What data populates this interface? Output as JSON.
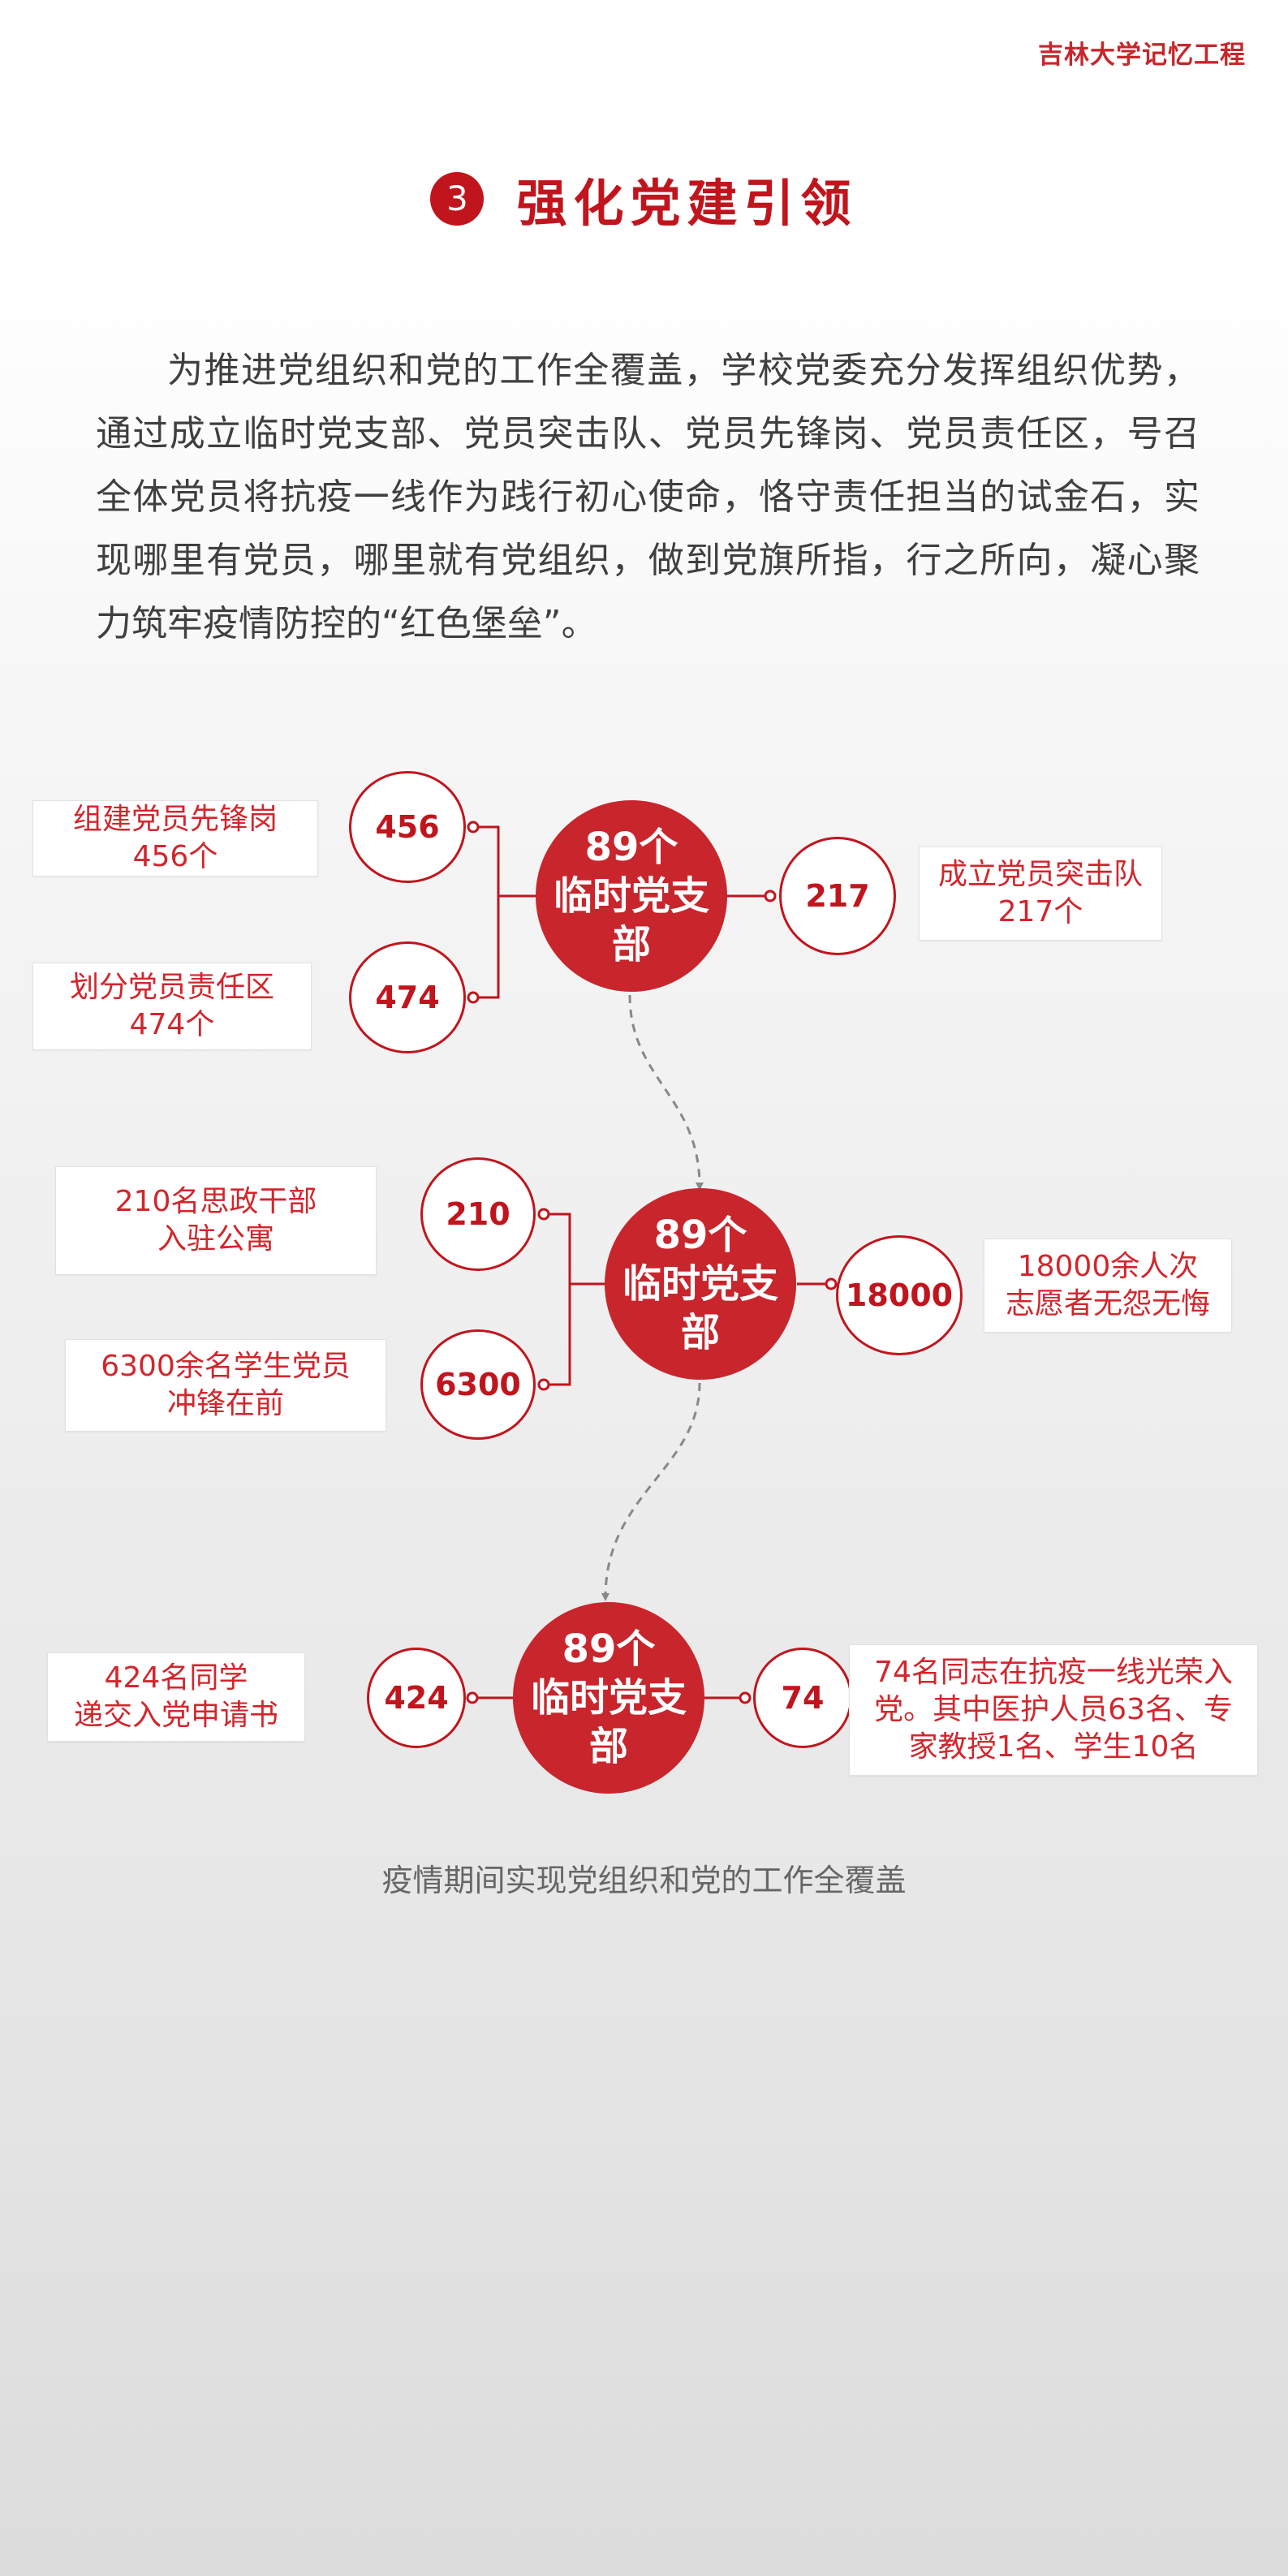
{
  "header": {
    "brand": "吉林大学记忆工程"
  },
  "section": {
    "number": "3",
    "title": "强化党建引领"
  },
  "intro": "为推进党组织和党的工作全覆盖，学校党委充分发挥组织优势，通过成立临时党支部、党员突击队、党员先锋岗、党员责任区，号召全体党员将抗疫一线作为践行初心使命，恪守责任担当的试金石，实现哪里有党员，哪里就有党组织，做到党旗所指，行之所向，凝心聚力筑牢疫情防控的“红色堡垒”。",
  "colors": {
    "accent": "#c1151d",
    "hub": "#c8252c",
    "label_text": "#d2262c",
    "connector": "#c1151d",
    "dash": "#888888"
  },
  "groups": [
    {
      "hub": "89个\n临时党支部",
      "left": [
        {
          "value": "456",
          "label": "组建党员先锋岗\n456个"
        },
        {
          "value": "474",
          "label": "划分党员责任区\n474个"
        }
      ],
      "right": [
        {
          "value": "217",
          "label": "成立党员突击队\n217个"
        }
      ]
    },
    {
      "hub": "89个\n临时党支部",
      "left": [
        {
          "value": "210",
          "label": "210名思政干部\n入驻公寓"
        },
        {
          "value": "6300",
          "label": "6300余名学生党员\n冲锋在前"
        }
      ],
      "right": [
        {
          "value": "18000",
          "label": "18000余人次\n志愿者无怨无悔"
        }
      ]
    },
    {
      "hub": "89个\n临时党支部",
      "left": [
        {
          "value": "424",
          "label": "424名同学\n递交入党申请书"
        }
      ],
      "right": [
        {
          "value": "74",
          "label": "74名同志在抗疫一线光荣入\n党。其中医护人员63名、专\n家教授1名、学生10名"
        }
      ]
    }
  ],
  "caption": "疫情期间实现党组织和党的工作全覆盖"
}
